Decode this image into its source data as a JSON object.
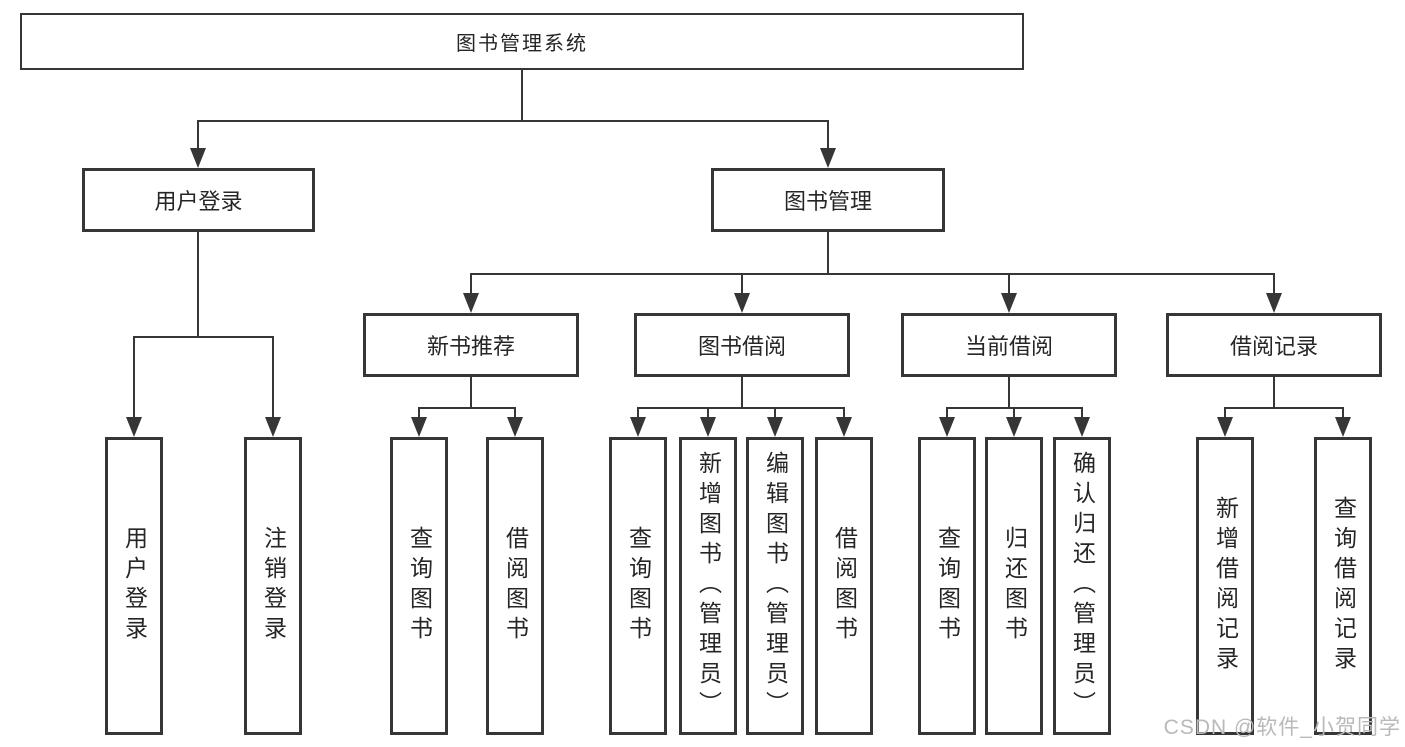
{
  "tree": {
    "root": {
      "label": "图书管理系统"
    },
    "branches": [
      {
        "label": "用户登录",
        "children": [
          {
            "label": "用户登录"
          },
          {
            "label": "注销登录"
          }
        ]
      },
      {
        "label": "图书管理",
        "children": [
          {
            "label": "新书推荐",
            "children": [
              {
                "label": "查询图书"
              },
              {
                "label": "借阅图书"
              }
            ]
          },
          {
            "label": "图书借阅",
            "children": [
              {
                "label": "查询图书"
              },
              {
                "label": "新增图书（管理员）"
              },
              {
                "label": "编辑图书（管理员）"
              },
              {
                "label": "借阅图书"
              }
            ]
          },
          {
            "label": "当前借阅",
            "children": [
              {
                "label": "查询图书"
              },
              {
                "label": "归还图书"
              },
              {
                "label": "确认归还（管理员）"
              }
            ]
          },
          {
            "label": "借阅记录",
            "children": [
              {
                "label": "新增借阅记录"
              },
              {
                "label": "查询借阅记录"
              }
            ]
          }
        ]
      }
    ]
  },
  "colors": {
    "line": "#363636",
    "text": "#262626",
    "background": "#ffffff",
    "watermark_text": "#b9b9b9"
  },
  "watermark": {
    "text": "CSDN @软件_小贺同学"
  }
}
